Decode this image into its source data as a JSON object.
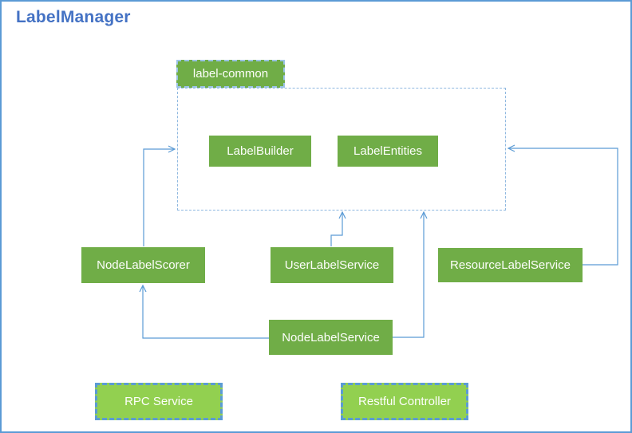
{
  "diagram": {
    "title": "LabelManager",
    "group": {
      "label": "label-common"
    },
    "nodes": {
      "label_builder": {
        "label": "LabelBuilder"
      },
      "label_entities": {
        "label": "LabelEntities"
      },
      "node_label_scorer": {
        "label": "NodeLabelScorer"
      },
      "user_label_service": {
        "label": "UserLabelService"
      },
      "resource_label_service": {
        "label": "ResourceLabelService"
      },
      "node_label_service": {
        "label": "NodeLabelService"
      },
      "rpc_service": {
        "label": "RPC Service"
      },
      "restful_controller": {
        "label": "Restful Controller"
      }
    },
    "edges": [
      {
        "from": "NodeLabelScorer",
        "to": "label-common"
      },
      {
        "from": "UserLabelService",
        "to": "label-common"
      },
      {
        "from": "NodeLabelService",
        "to": "label-common"
      },
      {
        "from": "ResourceLabelService",
        "to": "label-common"
      },
      {
        "from": "NodeLabelService",
        "to": "NodeLabelScorer"
      }
    ],
    "colors": {
      "node_green": "#70AD47",
      "light_green": "#92D050",
      "connector_blue": "#5B9BD5",
      "dash_light_blue": "#9CC3E6",
      "title_blue": "#4472C4"
    }
  }
}
